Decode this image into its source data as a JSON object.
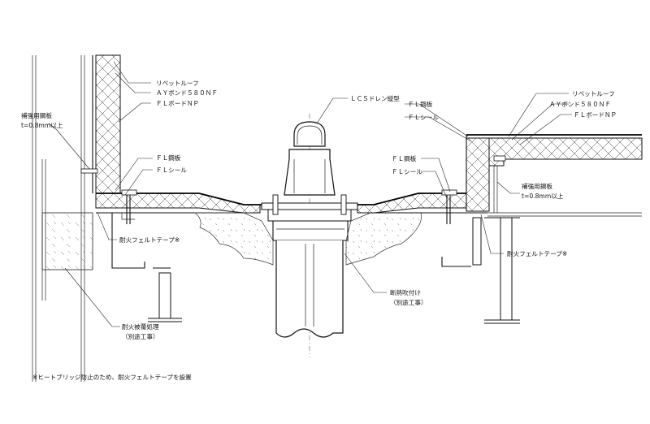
{
  "title": "LCSドレン縦型 納まり詳細図",
  "labels": {
    "left_roof_1": "リベットルーフ",
    "left_roof_2": "ＡＹボンド５８０ＮＦ",
    "left_roof_3": "ＦＬボードＮＰ",
    "left_reinforce_1": "補強用鋼板",
    "left_reinforce_2": "t=0.8mm以上",
    "left_fl_steel": "ＦＬ鋼板",
    "left_fl_seal": "ＦＬシール",
    "left_felt": "耐火フェルトテープ※",
    "left_fireproof_1": "耐火被覆処理",
    "left_fireproof_2": "（別途工事）",
    "drain": "ＬＣＳドレン縦型",
    "right_fl_steel_top": "ＦＬ鋼板",
    "right_fl_seal_top": "ＦＬシール",
    "right_roof_1": "リベットルーフ",
    "right_roof_2": "ＡＹボンド５８０ＮＦ",
    "right_roof_3": "ＦＬボードＮＰ",
    "right_fl_steel": "ＦＬ鋼板",
    "right_fl_seal": "ＦＬシール",
    "right_reinforce_1": "補強用鋼板",
    "right_reinforce_2": "t=0.8mm以上",
    "right_felt": "耐火フェルトテープ※",
    "insulation_1": "断熱吹付け",
    "insulation_2": "（別途工事）"
  },
  "footnote": "※ヒートブリッジ防止のため、耐火フェルトテープを設置"
}
